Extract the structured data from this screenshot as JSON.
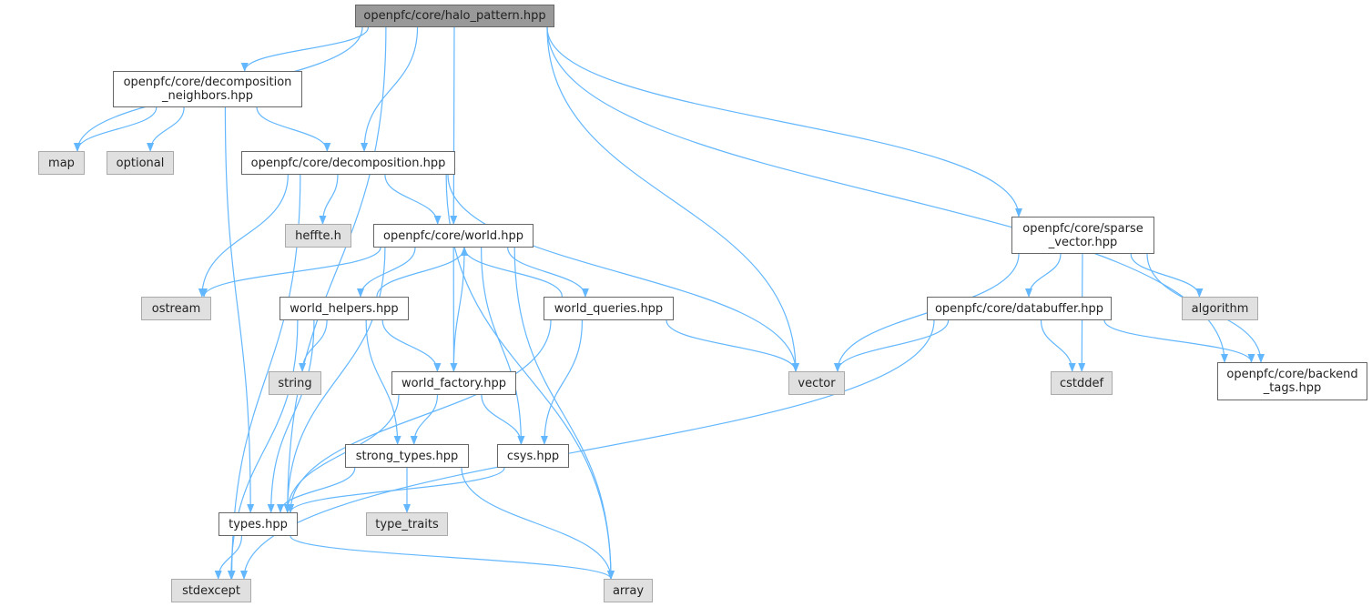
{
  "graph": {
    "edge_color": "#63b7ff",
    "nodes": {
      "halo": {
        "label": "openpfc/core/halo_pattern.hpp",
        "kind": "root"
      },
      "decomp_nb": {
        "label": "openpfc/core/decomposition\n_neighbors.hpp",
        "kind": "normal"
      },
      "map": {
        "label": "map",
        "kind": "sys"
      },
      "optional": {
        "label": "optional",
        "kind": "sys"
      },
      "decomposition": {
        "label": "openpfc/core/decomposition.hpp",
        "kind": "normal"
      },
      "sparse": {
        "label": "openpfc/core/sparse\n_vector.hpp",
        "kind": "normal"
      },
      "heffte": {
        "label": "heffte.h",
        "kind": "sys"
      },
      "world": {
        "label": "openpfc/core/world.hpp",
        "kind": "normal"
      },
      "ostream": {
        "label": "ostream",
        "kind": "sys"
      },
      "world_helpers": {
        "label": "world_helpers.hpp",
        "kind": "normal"
      },
      "world_queries": {
        "label": "world_queries.hpp",
        "kind": "normal"
      },
      "databuffer": {
        "label": "openpfc/core/databuffer.hpp",
        "kind": "normal"
      },
      "algorithm": {
        "label": "algorithm",
        "kind": "sys"
      },
      "string": {
        "label": "string",
        "kind": "sys"
      },
      "world_factory": {
        "label": "world_factory.hpp",
        "kind": "normal"
      },
      "vector": {
        "label": "vector",
        "kind": "sys"
      },
      "cstddef": {
        "label": "cstddef",
        "kind": "sys"
      },
      "backend_tags": {
        "label": "openpfc/core/backend\n_tags.hpp",
        "kind": "normal"
      },
      "strong_types": {
        "label": "strong_types.hpp",
        "kind": "normal"
      },
      "csys": {
        "label": "csys.hpp",
        "kind": "normal"
      },
      "types": {
        "label": "types.hpp",
        "kind": "normal"
      },
      "type_traits": {
        "label": "type_traits",
        "kind": "sys"
      },
      "stdexcept": {
        "label": "stdexcept",
        "kind": "sys"
      },
      "array": {
        "label": "array",
        "kind": "sys"
      }
    },
    "edges": [
      [
        "halo",
        "map"
      ],
      [
        "halo",
        "types"
      ],
      [
        "halo",
        "decomp_nb"
      ],
      [
        "halo",
        "decomposition"
      ],
      [
        "halo",
        "world"
      ],
      [
        "halo",
        "vector"
      ],
      [
        "halo",
        "sparse"
      ],
      [
        "halo",
        "backend_tags"
      ],
      [
        "decomp_nb",
        "map"
      ],
      [
        "decomp_nb",
        "optional"
      ],
      [
        "decomp_nb",
        "decomposition"
      ],
      [
        "decomp_nb",
        "types"
      ],
      [
        "decomposition",
        "stdexcept"
      ],
      [
        "decomposition",
        "ostream"
      ],
      [
        "decomposition",
        "heffte"
      ],
      [
        "decomposition",
        "world"
      ],
      [
        "decomposition",
        "array"
      ],
      [
        "decomposition",
        "vector"
      ],
      [
        "world",
        "ostream"
      ],
      [
        "world",
        "world_helpers"
      ],
      [
        "world",
        "world_factory"
      ],
      [
        "world",
        "world_queries"
      ],
      [
        "world",
        "csys"
      ],
      [
        "world",
        "types"
      ],
      [
        "world",
        "array"
      ],
      [
        "world_helpers",
        "world"
      ],
      [
        "world_helpers",
        "string"
      ],
      [
        "world_helpers",
        "world_factory"
      ],
      [
        "world_helpers",
        "strong_types"
      ],
      [
        "world_helpers",
        "types"
      ],
      [
        "world_helpers",
        "stdexcept"
      ],
      [
        "world_queries",
        "world"
      ],
      [
        "world_queries",
        "vector"
      ],
      [
        "world_queries",
        "csys"
      ],
      [
        "world_queries",
        "types"
      ],
      [
        "world_factory",
        "world"
      ],
      [
        "world_factory",
        "strong_types"
      ],
      [
        "world_factory",
        "csys"
      ],
      [
        "world_factory",
        "types"
      ],
      [
        "strong_types",
        "types"
      ],
      [
        "strong_types",
        "type_traits"
      ],
      [
        "strong_types",
        "array"
      ],
      [
        "csys",
        "types"
      ],
      [
        "types",
        "stdexcept"
      ],
      [
        "types",
        "array"
      ],
      [
        "sparse",
        "vector"
      ],
      [
        "sparse",
        "databuffer"
      ],
      [
        "sparse",
        "cstddef"
      ],
      [
        "sparse",
        "algorithm"
      ],
      [
        "sparse",
        "backend_tags"
      ],
      [
        "databuffer",
        "vector"
      ],
      [
        "databuffer",
        "cstddef"
      ],
      [
        "databuffer",
        "backend_tags"
      ],
      [
        "databuffer",
        "stdexcept"
      ]
    ]
  }
}
